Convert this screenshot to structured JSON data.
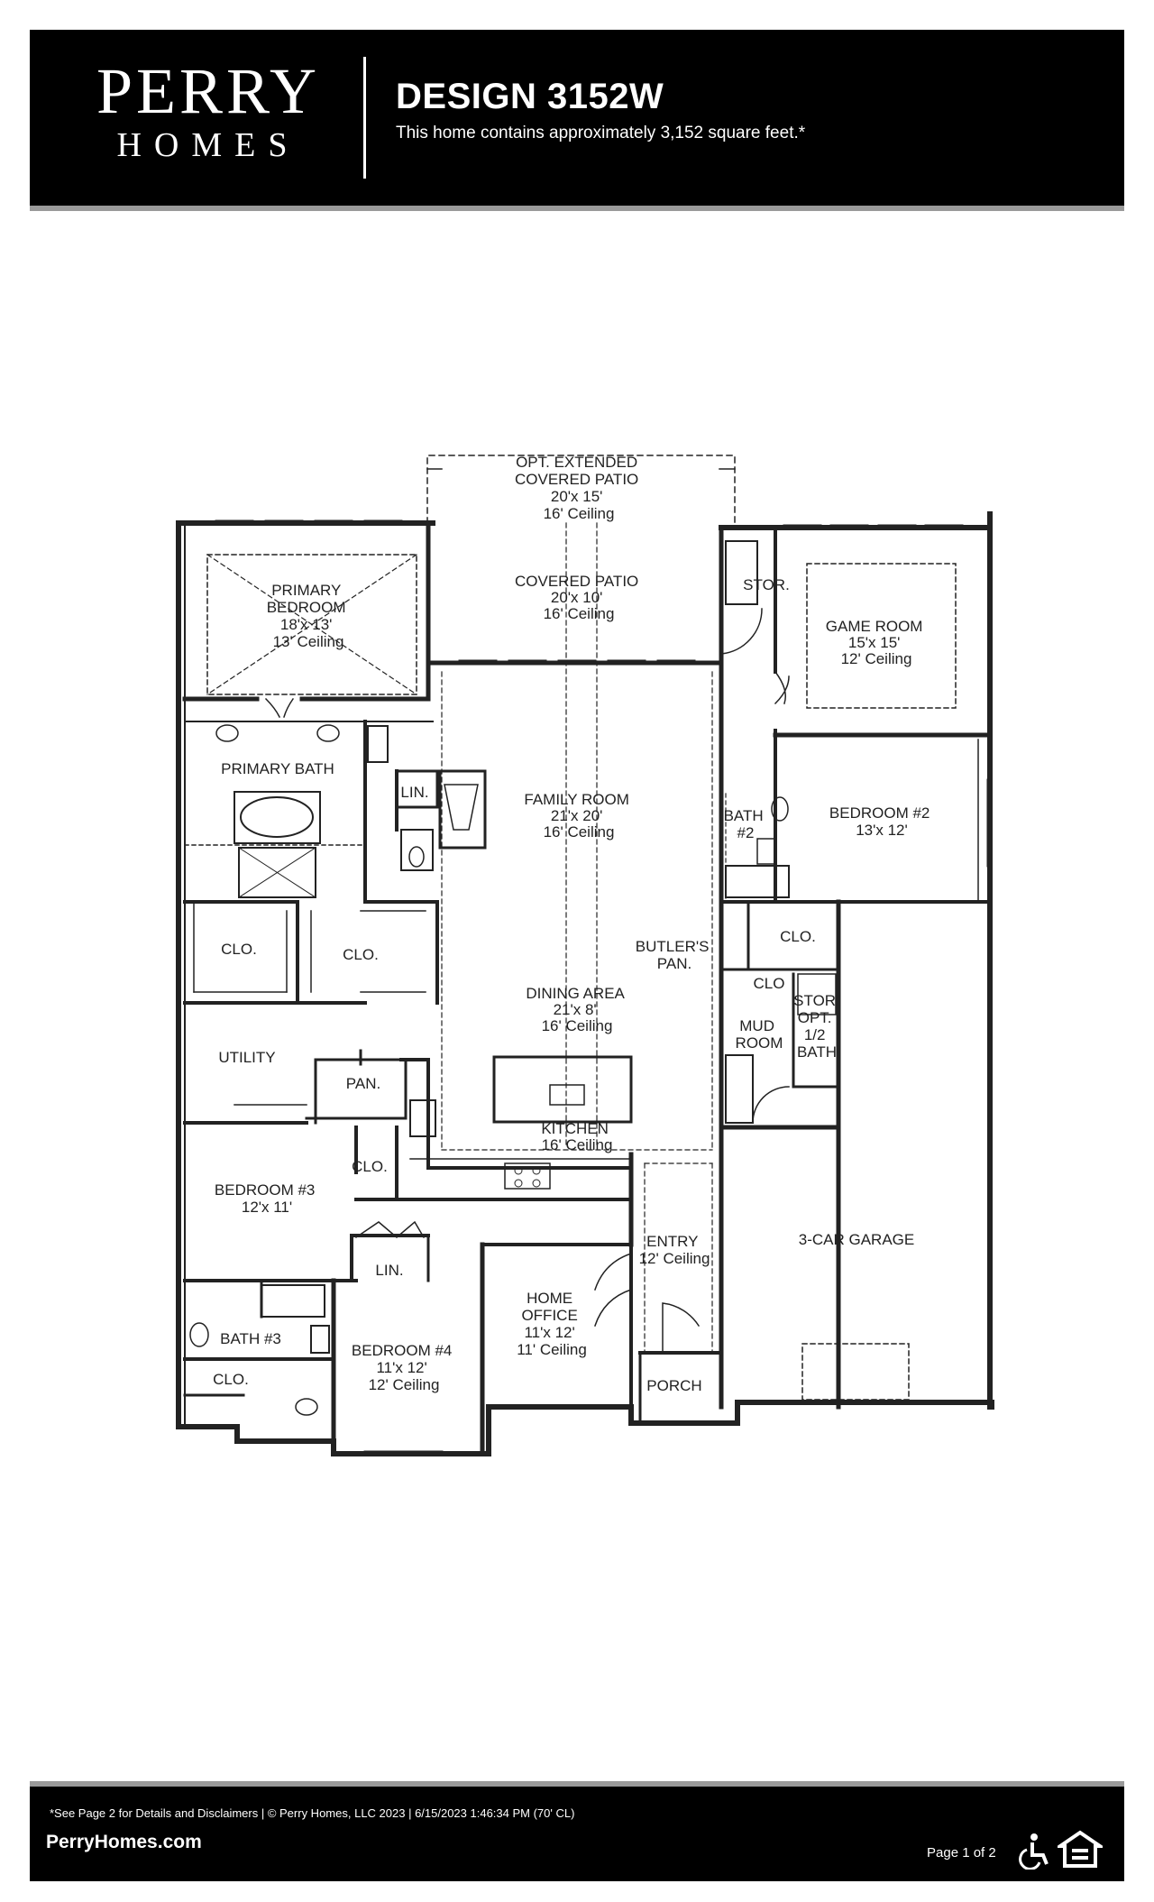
{
  "header": {
    "brand_main": "PERRY",
    "brand_sub": "HOMES",
    "design_title": "DESIGN 3152W",
    "design_subtitle": "This home contains approximately 3,152 square feet.*"
  },
  "rooms": {
    "opt_patio": [
      "OPT. EXTENDED",
      "COVERED PATIO",
      "20'x 15'",
      "16' Ceiling"
    ],
    "covered_patio": [
      "COVERED PATIO",
      "20'x 10'",
      "16' Ceiling"
    ],
    "primary_bedroom": [
      "PRIMARY",
      "BEDROOM",
      "18'x 13'",
      "13' Ceiling"
    ],
    "stor_top": "STOR.",
    "game_room": [
      "GAME ROOM",
      "15'x 15'",
      "12' Ceiling"
    ],
    "primary_bath": "PRIMARY BATH",
    "lin_1": "LIN.",
    "family_room": [
      "FAMILY ROOM",
      "21'x 20'",
      "16' Ceiling"
    ],
    "bath_2": [
      "BATH",
      "#2"
    ],
    "bedroom_2": [
      "BEDROOM #2",
      "13'x 12'"
    ],
    "clo_a": "CLO.",
    "clo_b": "CLO.",
    "clo_c": "CLO.",
    "butlers_pan": [
      "BUTLER'S",
      "PAN."
    ],
    "dining_area": [
      "DINING AREA",
      "21'x 8'",
      "16' Ceiling"
    ],
    "clo_small": "CLO",
    "stor_opt_half_bath": [
      "STOR",
      "OPT.",
      "1/2",
      "BATH"
    ],
    "mud_room": [
      "MUD",
      "ROOM"
    ],
    "utility": "UTILITY",
    "pan": "PAN.",
    "kitchen": [
      "KITCHEN",
      "16' Ceiling"
    ],
    "clo_d": "CLO.",
    "bedroom_3": [
      "BEDROOM #3",
      "12'x 11'"
    ],
    "entry": [
      "ENTRY",
      "12' Ceiling"
    ],
    "garage": "3-CAR GARAGE",
    "lin_2": "LIN.",
    "home_office": [
      "HOME",
      "OFFICE",
      "11'x 12'",
      "11' Ceiling"
    ],
    "bath_3": "BATH #3",
    "bedroom_4": [
      "BEDROOM #4",
      "11'x 12'",
      "12' Ceiling"
    ],
    "clo_e": "CLO.",
    "porch": "PORCH"
  },
  "footer": {
    "disclaimer": "*See Page 2 for Details and Disclaimers  |  © Perry Homes, LLC 2023  |  6/15/2023 1:46:34 PM  (70' CL)",
    "website": "PerryHomes.com",
    "page": "Page 1 of 2",
    "icons": [
      "accessibility-icon",
      "equal-housing-icon"
    ]
  }
}
